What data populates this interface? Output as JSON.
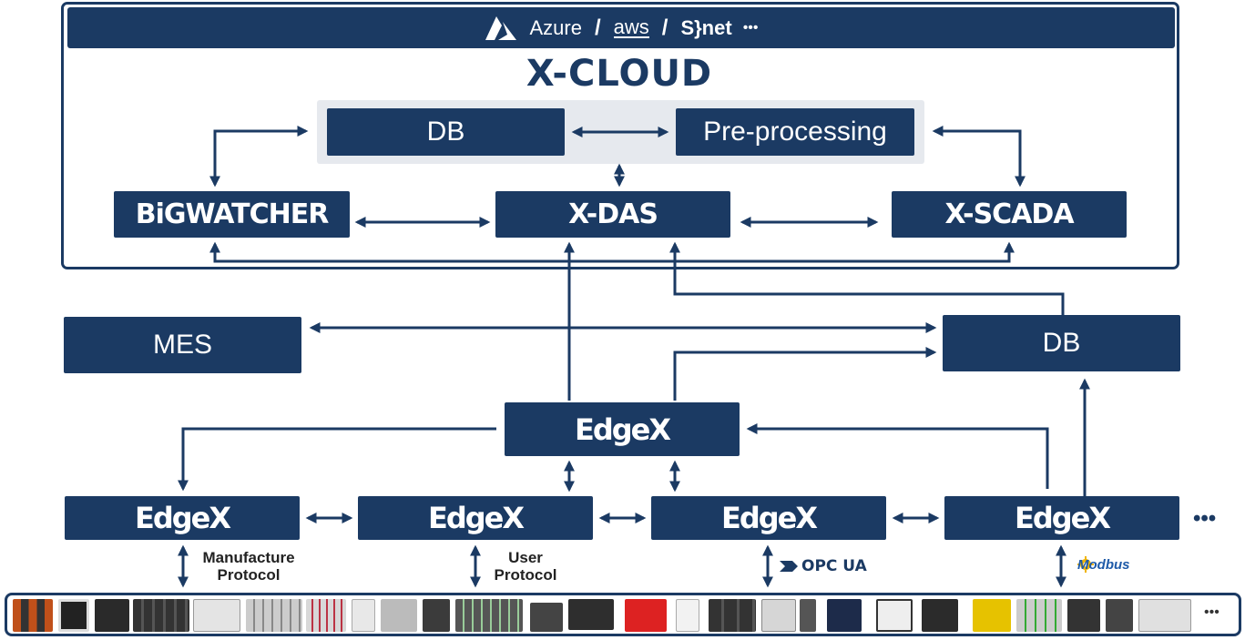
{
  "cloud": {
    "providers": [
      "Azure",
      "aws",
      "S}net"
    ],
    "separator": "/",
    "more": "•••",
    "title": "X-CLOUD"
  },
  "boxes": {
    "cloud_db": "DB",
    "preprocessing": "Pre-processing",
    "bigwatcher": "BiGWATCHER",
    "xdas": "X-DAS",
    "xscada": "X-SCADA",
    "mes": "MES",
    "db": "DB",
    "edge_center": "EdgeX",
    "edge_1": "EdgeX",
    "edge_2": "EdgeX",
    "edge_3": "EdgeX",
    "edge_4": "EdgeX"
  },
  "row_more": "•••",
  "protocols": {
    "manufacture": "Manufacture\nProtocol",
    "user": "User\nProtocol",
    "opcua": "OPC UA",
    "modbus": "Modbus"
  },
  "device_more": "•••",
  "colors": {
    "navy": "#1b3a63",
    "grey_band": "#e6e9ee",
    "modbus": "#1e5aa8"
  }
}
